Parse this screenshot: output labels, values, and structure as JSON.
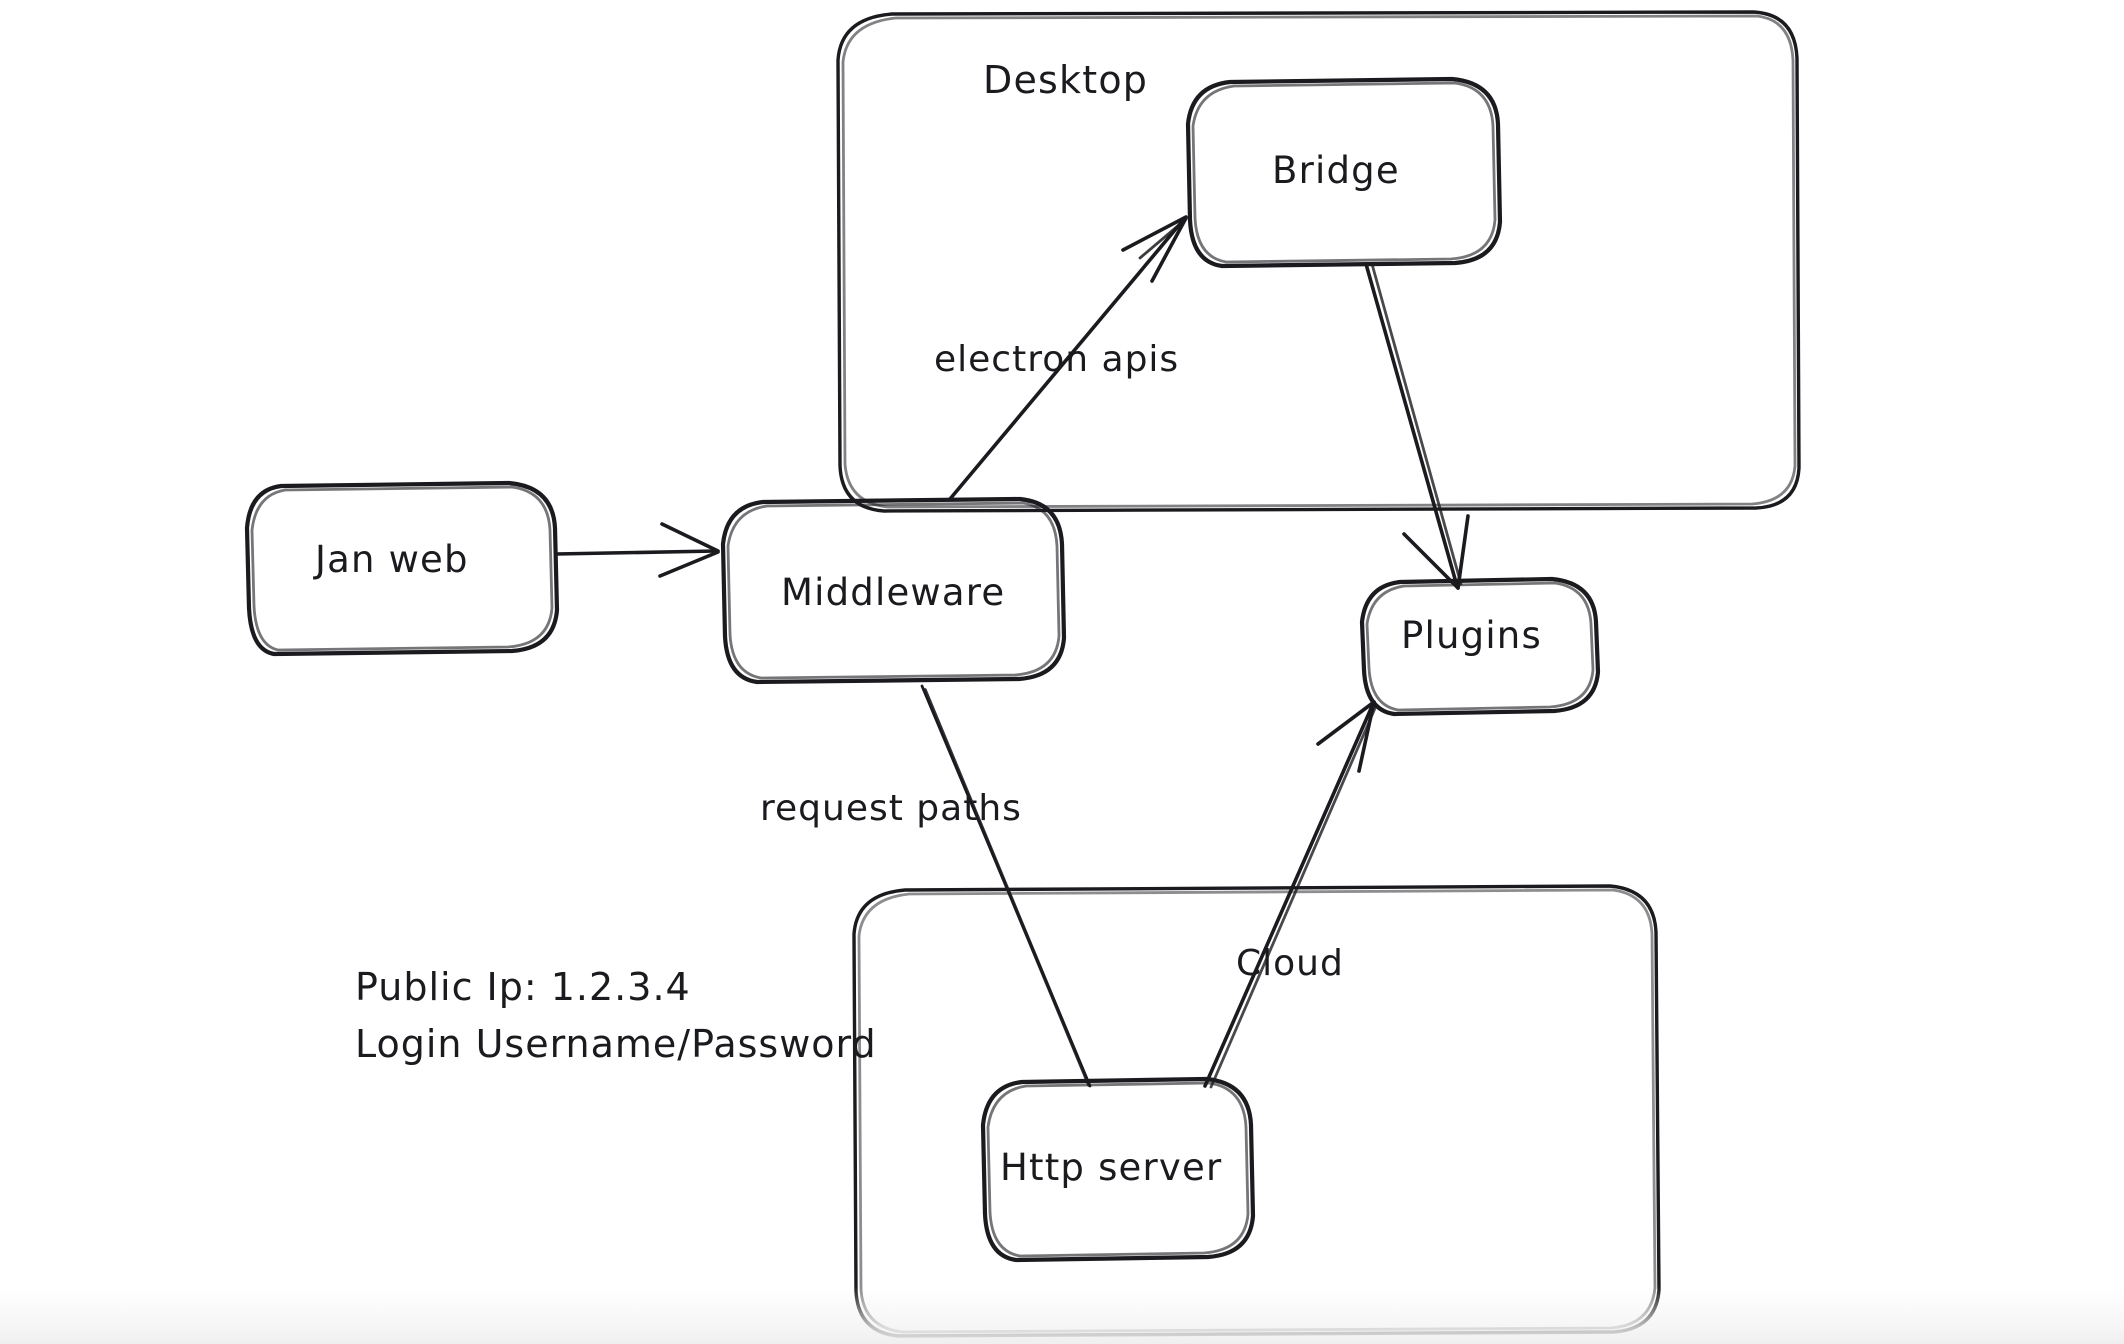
{
  "diagram": {
    "title": "Jan architecture sketch",
    "style": "hand-drawn",
    "background_color": "#ffffff",
    "stroke_color": "#1b1b1f"
  },
  "groups": [
    {
      "id": "desktop",
      "label": "Desktop"
    },
    {
      "id": "cloud-region",
      "label": ""
    }
  ],
  "nodes": [
    {
      "id": "jan-web",
      "label": "Jan web"
    },
    {
      "id": "middleware",
      "label": "Middleware"
    },
    {
      "id": "bridge",
      "label": "Bridge"
    },
    {
      "id": "plugins",
      "label": "Plugins"
    },
    {
      "id": "http-server",
      "label": "Http server"
    }
  ],
  "edges": [
    {
      "id": "jan-web-to-middleware",
      "from": "jan-web",
      "to": "middleware",
      "label": "",
      "arrow": true
    },
    {
      "id": "middleware-to-bridge",
      "from": "middleware",
      "to": "bridge",
      "label": "electron apis",
      "arrow": true
    },
    {
      "id": "bridge-to-plugins",
      "from": "bridge",
      "to": "plugins",
      "label": "",
      "arrow": true
    },
    {
      "id": "middleware-to-http-server",
      "from": "middleware",
      "to": "http-server",
      "label": "request paths",
      "arrow": false
    },
    {
      "id": "http-server-to-plugins",
      "from": "http-server",
      "to": "plugins",
      "label": "Cloud",
      "arrow": true
    }
  ],
  "notes": {
    "public_ip_line": "Public Ip: 1.2.3.4",
    "login_line": "Login Username/Password"
  }
}
